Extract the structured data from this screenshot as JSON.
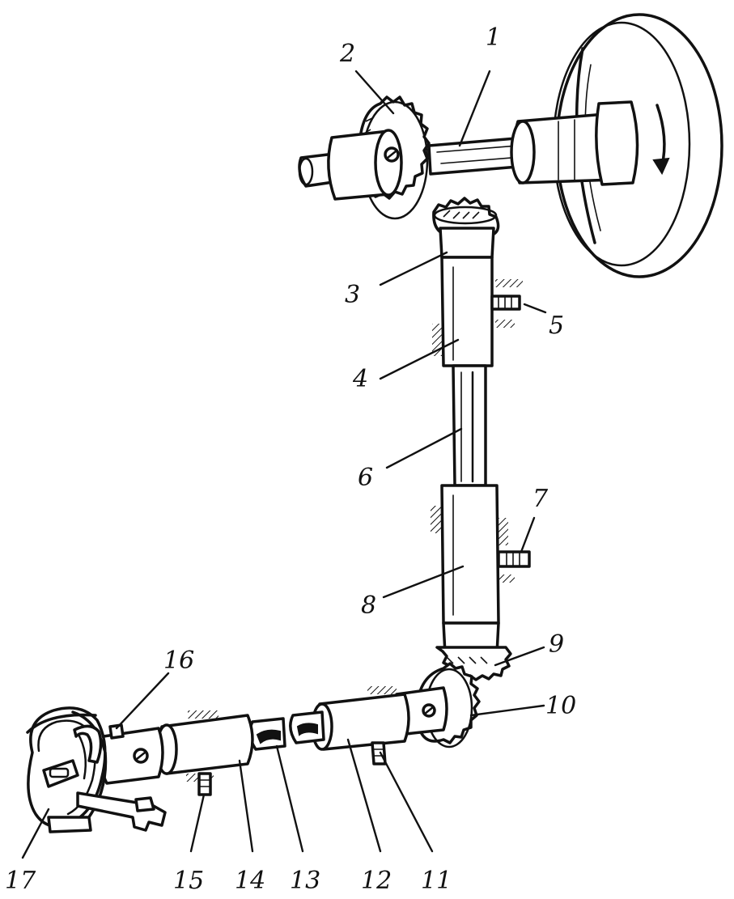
{
  "labels": {
    "l1": "1",
    "l2": "2",
    "l3": "3",
    "l4": "4",
    "l5": "5",
    "l6": "6",
    "l7": "7",
    "l8": "8",
    "l9": "9",
    "l10": "10",
    "l11": "11",
    "l12": "12",
    "l13": "13",
    "l14": "14",
    "l15": "15",
    "l16": "16",
    "l17": "17"
  },
  "icons": {
    "rotation_arrow": "rotation-arrow-icon"
  }
}
